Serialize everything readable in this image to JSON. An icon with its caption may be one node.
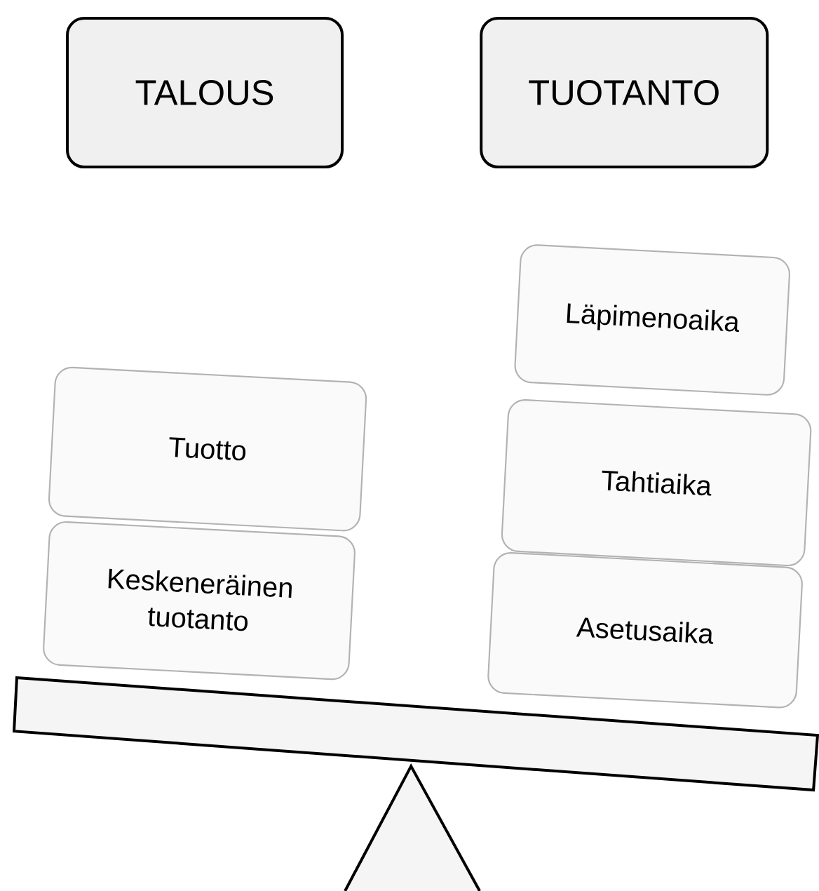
{
  "diagram": {
    "nodes": [
      {
        "text": [
          "TALOUS"
        ]
      },
      {
        "text": [
          "TUOTANTO"
        ]
      },
      {
        "text": [
          "Läpimenoaika"
        ]
      },
      {
        "text": [
          "Tuotto"
        ]
      },
      {
        "text": [
          "Tahtiaika"
        ]
      },
      {
        "text": [
          "Keskeneräinen tuotanto"
        ]
      },
      {
        "text": [
          "Asetusaika"
        ]
      }
    ]
  }
}
